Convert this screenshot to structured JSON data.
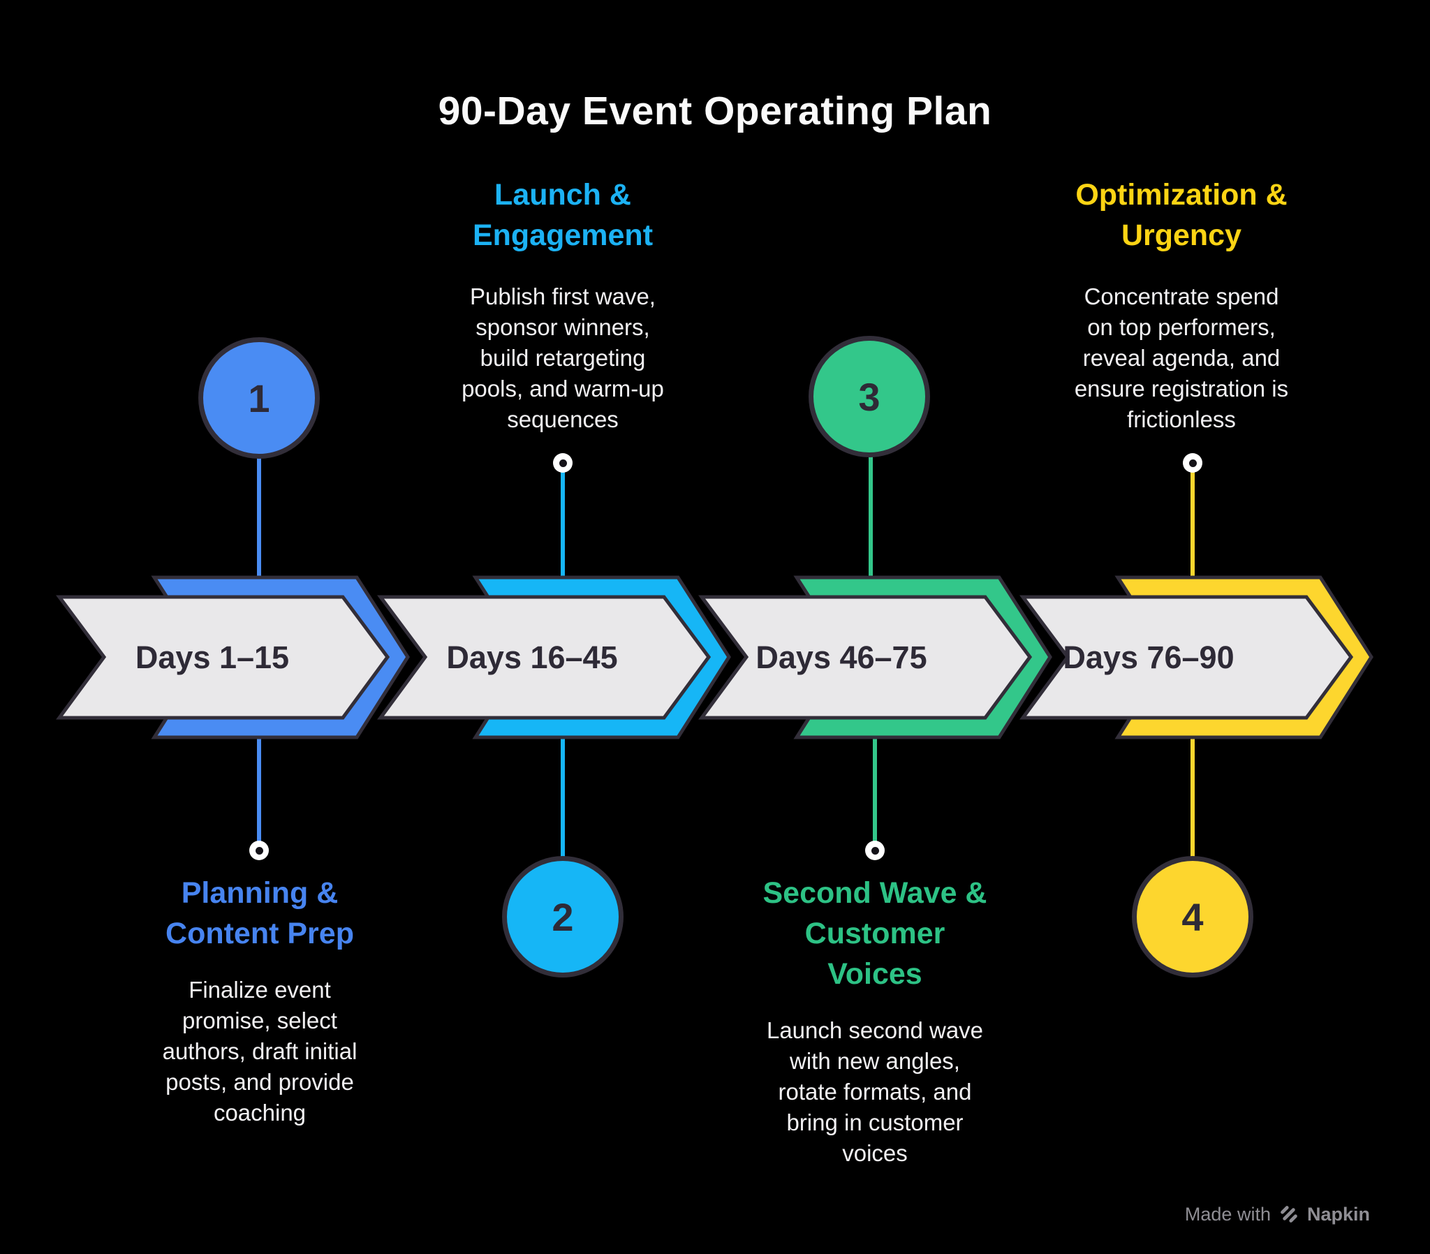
{
  "title": "90-Day Event Operating Plan",
  "phases": [
    {
      "number": "1",
      "days_label": "Days 1–15",
      "heading": "Planning & Content Prep",
      "heading_lines": [
        "Planning &",
        "Content Prep"
      ],
      "description_lines": [
        "Finalize event",
        "promise, select",
        "authors, draft initial",
        "posts, and provide",
        "coaching"
      ],
      "color": "#4a8cf3",
      "heading_color": "#4784f0"
    },
    {
      "number": "2",
      "days_label": "Days 16–45",
      "heading": "Launch & Engagement",
      "heading_lines": [
        "Launch &",
        "Engagement"
      ],
      "description_lines": [
        "Publish first wave,",
        "sponsor winners,",
        "build retargeting",
        "pools, and warm-up",
        "sequences"
      ],
      "color": "#16b6f6",
      "heading_color": "#1cb2f4"
    },
    {
      "number": "3",
      "days_label": "Days 46–75",
      "heading": "Second Wave & Customer Voices",
      "heading_lines": [
        "Second Wave &",
        "Customer",
        "Voices"
      ],
      "description_lines": [
        "Launch second wave",
        "with new angles,",
        "rotate formats, and",
        "bring in customer",
        "voices"
      ],
      "color": "#33c78a",
      "heading_color": "#2dc285"
    },
    {
      "number": "4",
      "days_label": "Days 76–90",
      "heading": "Optimization & Urgency",
      "heading_lines": [
        "Optimization &",
        "Urgency"
      ],
      "description_lines": [
        "Concentrate spend",
        "on top performers,",
        "reveal agenda, and",
        "ensure registration is",
        "frictionless"
      ],
      "color": "#fdd62e",
      "heading_color": "#fdd414"
    }
  ],
  "timeline": {
    "arrow_fill": "#e9e8ea",
    "outline": "#322e39",
    "label_color": "#2e2a36"
  },
  "credit": {
    "made_with": "Made with",
    "brand": "Napkin",
    "icon": "napkin-logo-icon",
    "color": "#8f8e94"
  },
  "colors": {
    "background": "#000000",
    "title": "#fafafa",
    "body_text": "#f2f1f3"
  }
}
